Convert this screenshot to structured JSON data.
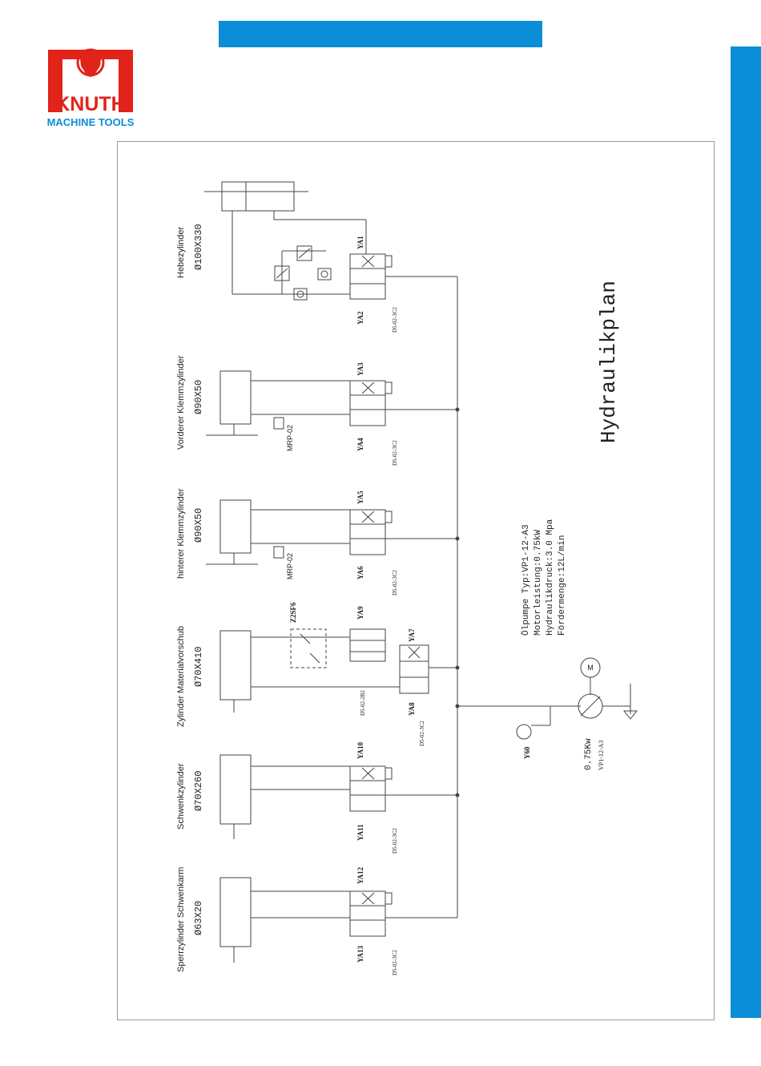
{
  "brand": {
    "name": "KNUTH",
    "tagline": "MACHINE TOOLS",
    "red": "#e2231a",
    "blue": "#0a8ed8"
  },
  "diagram": {
    "title": "Hydraulikplan",
    "cylinders": [
      {
        "name": "Hebezylinder",
        "size": "Ø100X330",
        "valve_a": "YA1",
        "valve_b": "YA2",
        "valve_type": "D5-02-3C2"
      },
      {
        "name": "Vorderer Klemmzylinder",
        "size": "Ø90X50",
        "valve_a": "YA3",
        "valve_b": "YA4",
        "valve_type": "D5-02-3C2",
        "relief": "MRP-02"
      },
      {
        "name": "hinterer Klemmzylinder",
        "size": "Ø90X50",
        "valve_a": "YA5",
        "valve_b": "YA6",
        "valve_type": "D5-02-3C2",
        "relief": "MRP-02"
      },
      {
        "name": "Zylinder Materialvorschub",
        "size": "Ø70X410",
        "valve_a": "YA9",
        "valve_b": "YA7",
        "valve_c": "YA8",
        "valve_type": "D5-02-2B2",
        "valve_type2": "D5-02-3C2",
        "module": "Z2SF6"
      },
      {
        "name": "Schwenkzylinder",
        "size": "Ø70X260",
        "valve_a": "YA10",
        "valve_b": "YA11",
        "valve_type": "D5-02-3C2"
      },
      {
        "name": "Sperrzylinder Schwenkarm",
        "size": "Ø63X20",
        "valve_a": "YA12",
        "valve_b": "YA13",
        "valve_type": "D5-02-3C2"
      }
    ],
    "pump_info": [
      "Ölpumpe Typ:VP1-12-A3",
      "Motorleistung:0.75kW",
      "Hydraulikdruck:3.0 Mpa",
      "Fördermenge:12L/min"
    ],
    "gauge_label": "Y60",
    "motor_label": "M",
    "motor_power": "0.75Kw",
    "pump_type": "VP1-12-A3"
  }
}
